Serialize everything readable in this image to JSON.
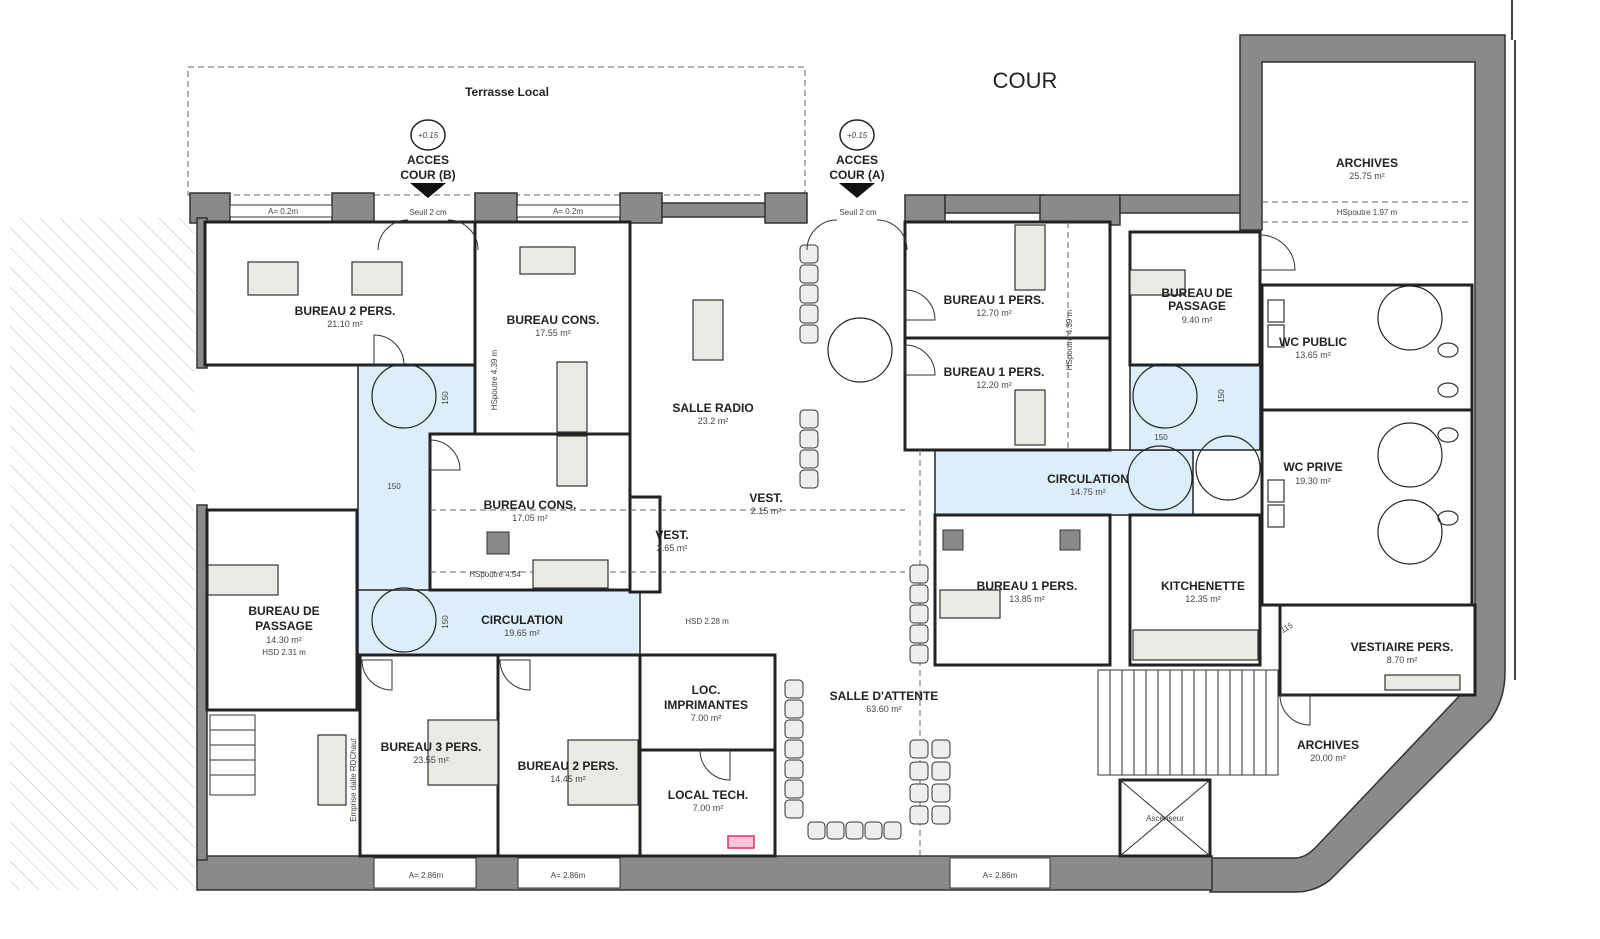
{
  "plan": {
    "courtyard": "COUR",
    "terrace": "Terrasse Local",
    "level_marks": [
      "+0.15",
      "+0.15"
    ],
    "access_b": [
      "ACCES",
      "COUR (B)"
    ],
    "access_a": [
      "ACCES",
      "COUR (A)"
    ],
    "threshold": "Seuil 2 cm",
    "window_top": "A= 0.2m",
    "window_bottom": "A= 2.86m",
    "turn_dim": "150",
    "turn_dim_2": "115",
    "elevator": "Ascenseur",
    "hspoutre_archives": "HSpoutre 1.97 m",
    "hspoutre_cons": "HSpoutre 4.54",
    "hspoutre_439": "HSpoutre 4.39 m",
    "hsd_228": "HSD 2.28 m",
    "emprise": "Emprise dalle RDChaut"
  },
  "rooms": {
    "bureau_2p_top": {
      "name": "BUREAU 2 PERS.",
      "area": "21.10 m²"
    },
    "bureau_cons_top": {
      "name": "BUREAU CONS.",
      "area": "17.55 m²"
    },
    "salle_radio": {
      "name": "SALLE RADIO",
      "area": "23.2 m²"
    },
    "bureau_1p_a": {
      "name": "BUREAU 1 PERS.",
      "area": "12.70 m²"
    },
    "bureau_1p_b": {
      "name": "BUREAU 1 PERS.",
      "area": "12.20 m²"
    },
    "bureau_passage_right": {
      "name1": "BUREAU DE",
      "name2": "PASSAGE",
      "area": "9.40 m²"
    },
    "archives_top": {
      "name": "ARCHIVES",
      "area": "25.75 m²"
    },
    "wc_public": {
      "name": "WC PUBLIC",
      "area": "13.65 m²"
    },
    "wc_prive": {
      "name": "WC PRIVE",
      "area": "19.30 m²"
    },
    "circulation_right": {
      "name": "CIRCULATION",
      "area": "14.75 m²"
    },
    "bureau_cons_mid": {
      "name": "BUREAU CONS.",
      "area": "17.05 m²"
    },
    "vest_a": {
      "name": "VEST.",
      "area": "2.65 m²"
    },
    "vest_b": {
      "name": "VEST.",
      "area": "2.15 m²"
    },
    "bureau_passage_left": {
      "name1": "BUREAU DE",
      "name2": "PASSAGE",
      "area": "14.30 m²",
      "extra": "HSD 2.31 m"
    },
    "circulation_left": {
      "name": "CIRCULATION",
      "area": "19.65 m²"
    },
    "bureau_1p_c": {
      "name": "BUREAU 1 PERS.",
      "area": "13.85 m²"
    },
    "kitchenette": {
      "name": "KITCHENETTE",
      "area": "12.35 m²"
    },
    "vestiaire": {
      "name": "VESTIAIRE PERS.",
      "area": "8.70 m²"
    },
    "loc_imprimantes": {
      "name1": "LOC.",
      "name2": "IMPRIMANTES",
      "area": "7.00 m²"
    },
    "salle_attente": {
      "name": "SALLE D'ATTENTE",
      "area": "63.60 m²"
    },
    "archives_bottom": {
      "name": "ARCHIVES",
      "area": "20.00 m²"
    },
    "bureau_3p": {
      "name": "BUREAU 3 PERS.",
      "area": "23.55 m²"
    },
    "bureau_2p_bottom": {
      "name": "BUREAU 2 PERS.",
      "area": "14.45 m²"
    },
    "local_tech": {
      "name": "LOCAL TECH.",
      "area": "7.00 m²"
    }
  }
}
